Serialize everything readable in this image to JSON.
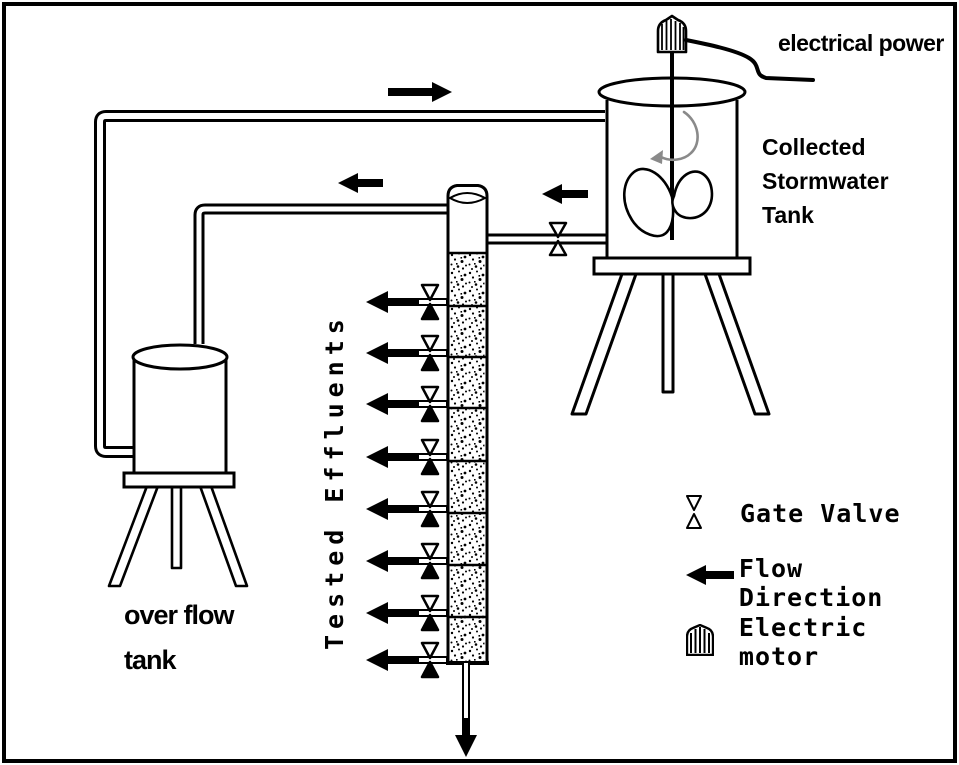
{
  "labels": {
    "electrical_power": "electrical power",
    "collected_stormwater_tank": "Collected\nStormwater\nTank",
    "overflow_tank": "over flow\ntank",
    "tested_effluents": "Tested Effluents"
  },
  "legend": {
    "items": [
      {
        "icon": "gate-valve-icon",
        "label": "Gate Valve"
      },
      {
        "icon": "flow-direction-icon",
        "label": "Flow Direction"
      },
      {
        "icon": "electric-motor-icon",
        "label": "Electric motor"
      }
    ]
  },
  "filter_column": {
    "valve_count": 8,
    "segment_count": 8
  },
  "colors": {
    "ink": "#000000",
    "rotation_arrow": "#8a8a8a",
    "background": "#ffffff"
  }
}
